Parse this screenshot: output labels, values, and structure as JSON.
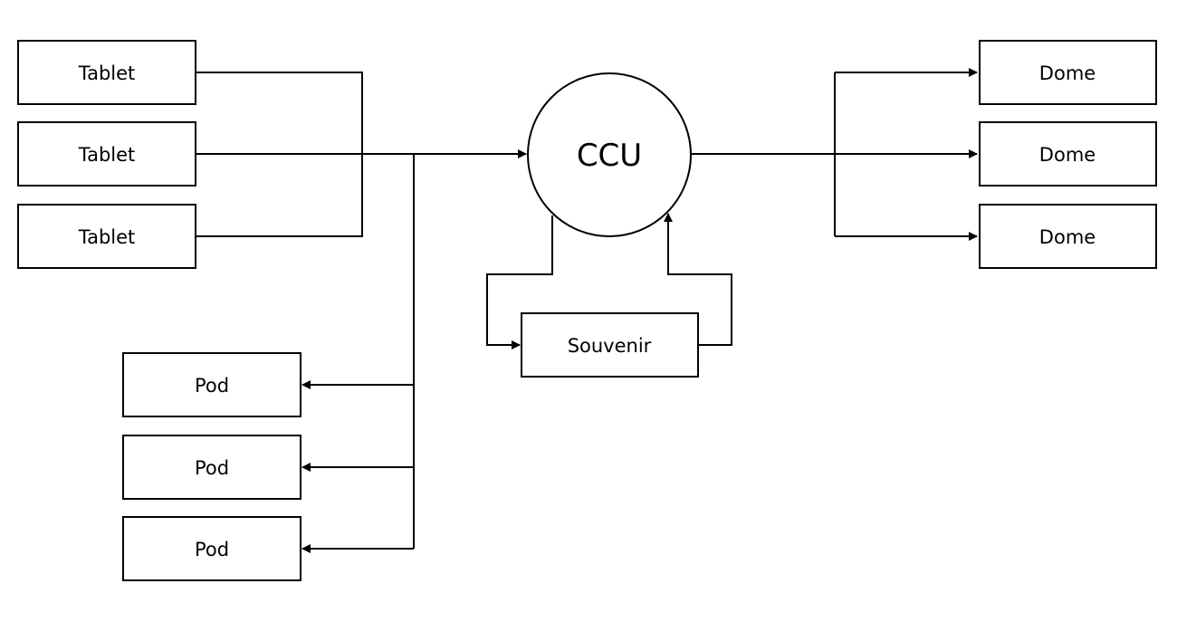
{
  "diagram": {
    "hub": {
      "label": "CCU"
    },
    "inputs": [
      {
        "label": "Tablet"
      },
      {
        "label": "Tablet"
      },
      {
        "label": "Tablet"
      }
    ],
    "outputs": [
      {
        "label": "Dome"
      },
      {
        "label": "Dome"
      },
      {
        "label": "Dome"
      }
    ],
    "pods": [
      {
        "label": "Pod"
      },
      {
        "label": "Pod"
      },
      {
        "label": "Pod"
      }
    ],
    "loop": {
      "label": "Souvenir"
    }
  },
  "colors": {
    "stroke": "#000000",
    "background": "#ffffff"
  }
}
